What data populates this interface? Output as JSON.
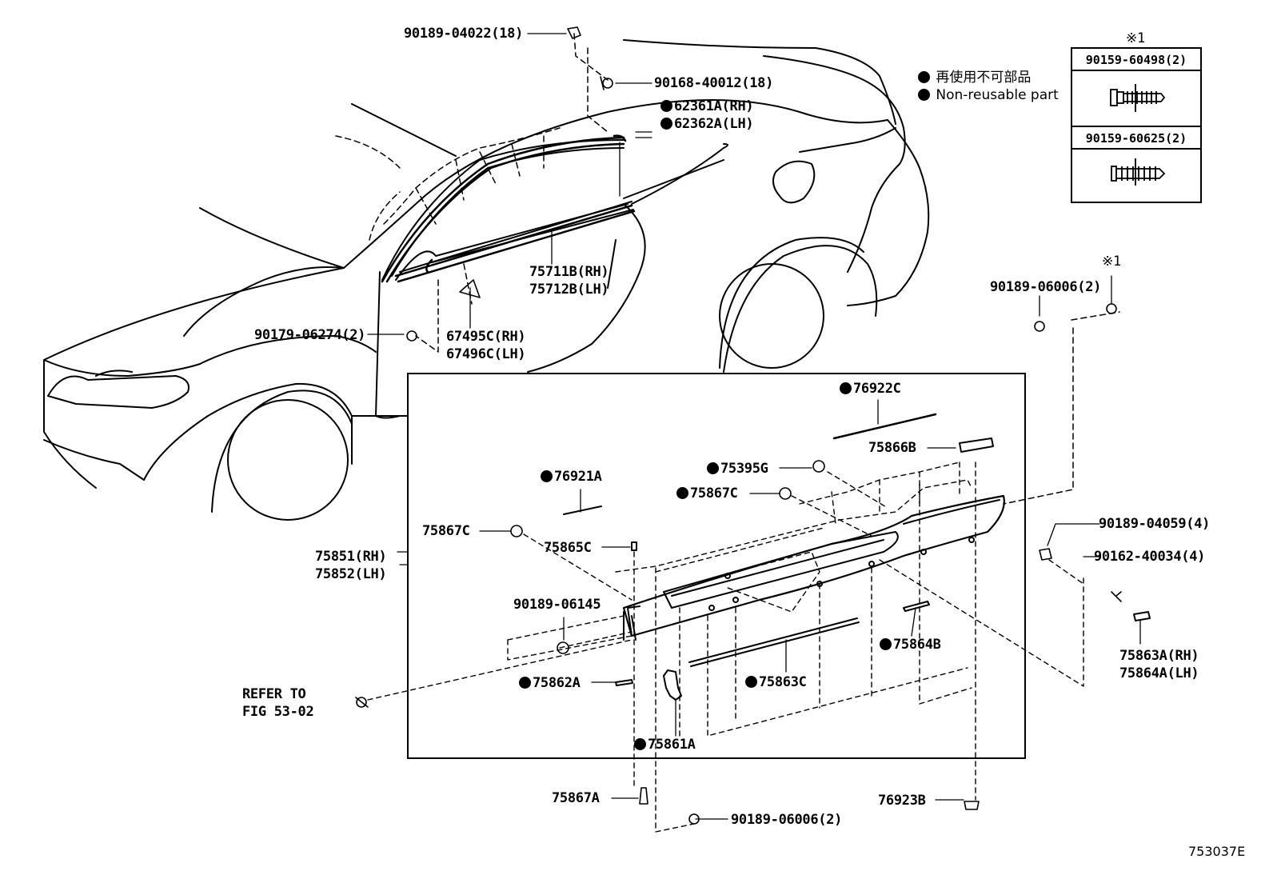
{
  "legend": {
    "non_reusable_jp": "再使用不可部品",
    "non_reusable_en": "Non-reusable part"
  },
  "inset": {
    "note_mark": "※1",
    "part_a": "90159-60498(2)",
    "part_b": "90159-60625(2)"
  },
  "labels": {
    "p_90189_04022": "90189-04022(18)",
    "p_90168_40012": "90168-40012(18)",
    "p_62361A": "62361A(RH)",
    "p_62362A": "62362A(LH)",
    "p_75711B": "75711B(RH)",
    "p_75712B": "75712B(LH)",
    "p_90179_06274": "90179-06274(2)",
    "p_67495C": "67495C(RH)",
    "p_67496C": "67496C(LH)",
    "p_90189_06006_top": "90189-06006(2)",
    "note_mark_right": "※1",
    "p_76922C": "76922C",
    "p_75866B": "75866B",
    "p_75395G": "75395G",
    "p_75867C_a": "75867C",
    "p_76921A": "76921A",
    "p_75867C_b": "75867C",
    "p_75865C": "75865C",
    "p_75851": "75851(RH)",
    "p_75852": "75852(LH)",
    "p_90189_06145": "90189-06145",
    "p_90189_04059": "90189-04059(4)",
    "p_90162_40034": "90162-40034(4)",
    "p_75863A": "75863A(RH)",
    "p_75864A": "75864A(LH)",
    "p_75864B": "75864B",
    "refer_to_1": "REFER TO",
    "refer_to_2": "FIG 53-02",
    "p_75862A": "75862A",
    "p_75863C": "75863C",
    "p_75861A": "75861A",
    "p_75867A": "75867A",
    "p_76923B": "76923B",
    "p_90189_06006_bottom": "90189-06006(2)"
  },
  "figure_id": "753037E"
}
